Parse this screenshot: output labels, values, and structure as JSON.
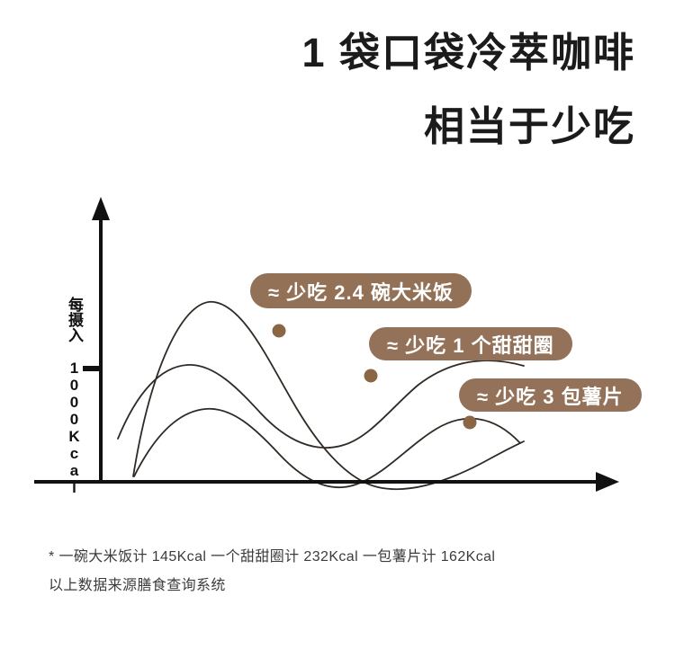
{
  "headline": {
    "line1": "1 袋口袋冷萃咖啡",
    "line2": "相当于少吃"
  },
  "chart": {
    "y_axis_label": "每摄入 1000Kcal",
    "axis_color": "#111111",
    "curve_color": "#2f2a24",
    "marker_color": "#8a6644",
    "callouts": [
      {
        "name": "rice",
        "text": "≈ 少吃 2.4 碗大米饭",
        "color": "#927157"
      },
      {
        "name": "donut",
        "text": "≈ 少吃 1 个甜甜圈",
        "color": "#937259"
      },
      {
        "name": "chips",
        "text": "≈ 少吃 3 包薯片",
        "color": "#937259"
      }
    ]
  },
  "chart_data": {
    "type": "line",
    "title": "",
    "xlabel": "",
    "ylabel": "每摄入 1000Kcal",
    "grid": false,
    "legend": "none",
    "axis_arrows": true,
    "y_tick_count": 1,
    "series": [
      {
        "name": "大米饭",
        "marker_label": "≈ 少吃 2.4 碗大米饭",
        "marker_x": 310,
        "marker_y": 368
      },
      {
        "name": "甜甜圈",
        "marker_label": "≈ 少吃 1 个甜甜圈",
        "marker_x": 412,
        "marker_y": 418
      },
      {
        "name": "薯片",
        "marker_label": "≈ 少吃 3 包薯片",
        "marker_x": 522,
        "marker_y": 470
      }
    ],
    "annotations": [
      "≈ 少吃 2.4 碗大米饭",
      "≈ 少吃 1 个甜甜圈",
      "≈ 少吃 3 包薯片"
    ]
  },
  "footnote": {
    "line1": "* 一碗大米饭计 145Kcal 一个甜甜圈计 232Kcal  一包薯片计 162Kcal",
    "line2": "以上数据来源膳食查询系统"
  }
}
